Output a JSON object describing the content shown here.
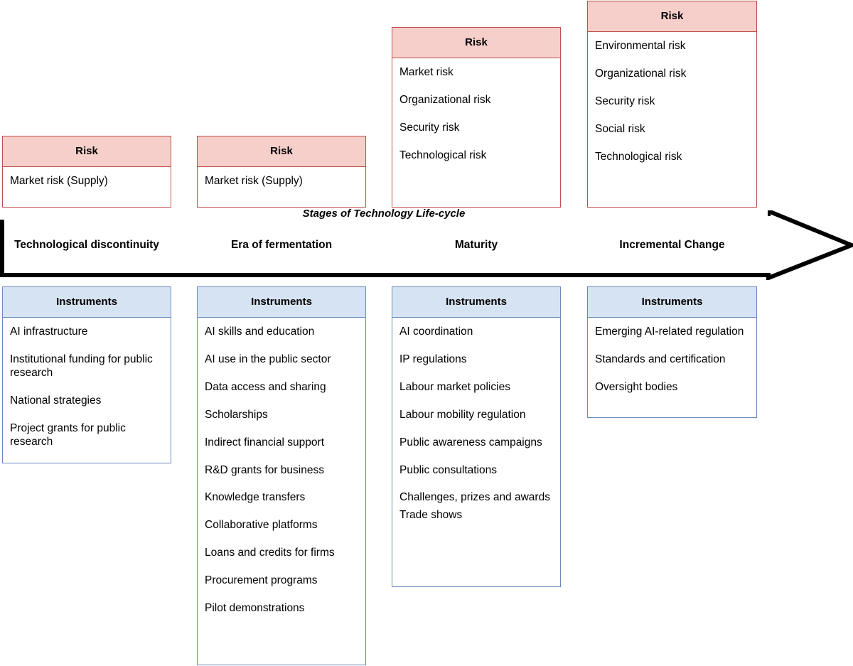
{
  "diagram": {
    "axis_title": "Stages of Technology Life-cycle",
    "risk_header": "Risk",
    "instruments_header": "Instruments",
    "colors": {
      "risk_border": "#c0504d",
      "risk_header_fill": "#f6cfcb",
      "instruments_border": "#6b8cba",
      "instruments_header_fill": "#d6e3f3",
      "arrow_stroke": "#000000",
      "background": "#ffffff"
    },
    "stages": [
      {
        "key": "technological-discontinuity",
        "label": "Technological discontinuity",
        "risks": [
          "Market risk (Supply)"
        ],
        "instruments": [
          "AI infrastructure",
          "Institutional funding for public research",
          "National strategies",
          "Project grants for public research"
        ]
      },
      {
        "key": "era-of-fermentation",
        "label": "Era of fermentation",
        "risks": [
          "Market risk (Supply)"
        ],
        "instruments": [
          "AI skills and education",
          "AI use in the public sector",
          "Data access and sharing",
          "Scholarships",
          "Indirect financial support",
          "R&D grants for business",
          "Knowledge transfers",
          "Collaborative platforms",
          "Loans and credits for firms",
          "Procurement programs",
          "Pilot demonstrations"
        ]
      },
      {
        "key": "maturity",
        "label": "Maturity",
        "risks": [
          "Market risk",
          "Organizational risk",
          "Security risk",
          "Technological risk"
        ],
        "instruments": [
          "AI coordination",
          "IP regulations",
          "Labour market policies",
          "Labour mobility regulation",
          "Public awareness campaigns",
          "Public consultations",
          "Challenges, prizes and awards",
          "Trade shows"
        ]
      },
      {
        "key": "incremental-change",
        "label": "Incremental Change",
        "risks": [
          "Environmental risk",
          "Organizational risk",
          "Security risk",
          "Social risk",
          "Technological risk"
        ],
        "instruments": [
          "Emerging AI-related regulation",
          "Standards and certification",
          "Oversight bodies"
        ]
      }
    ]
  }
}
